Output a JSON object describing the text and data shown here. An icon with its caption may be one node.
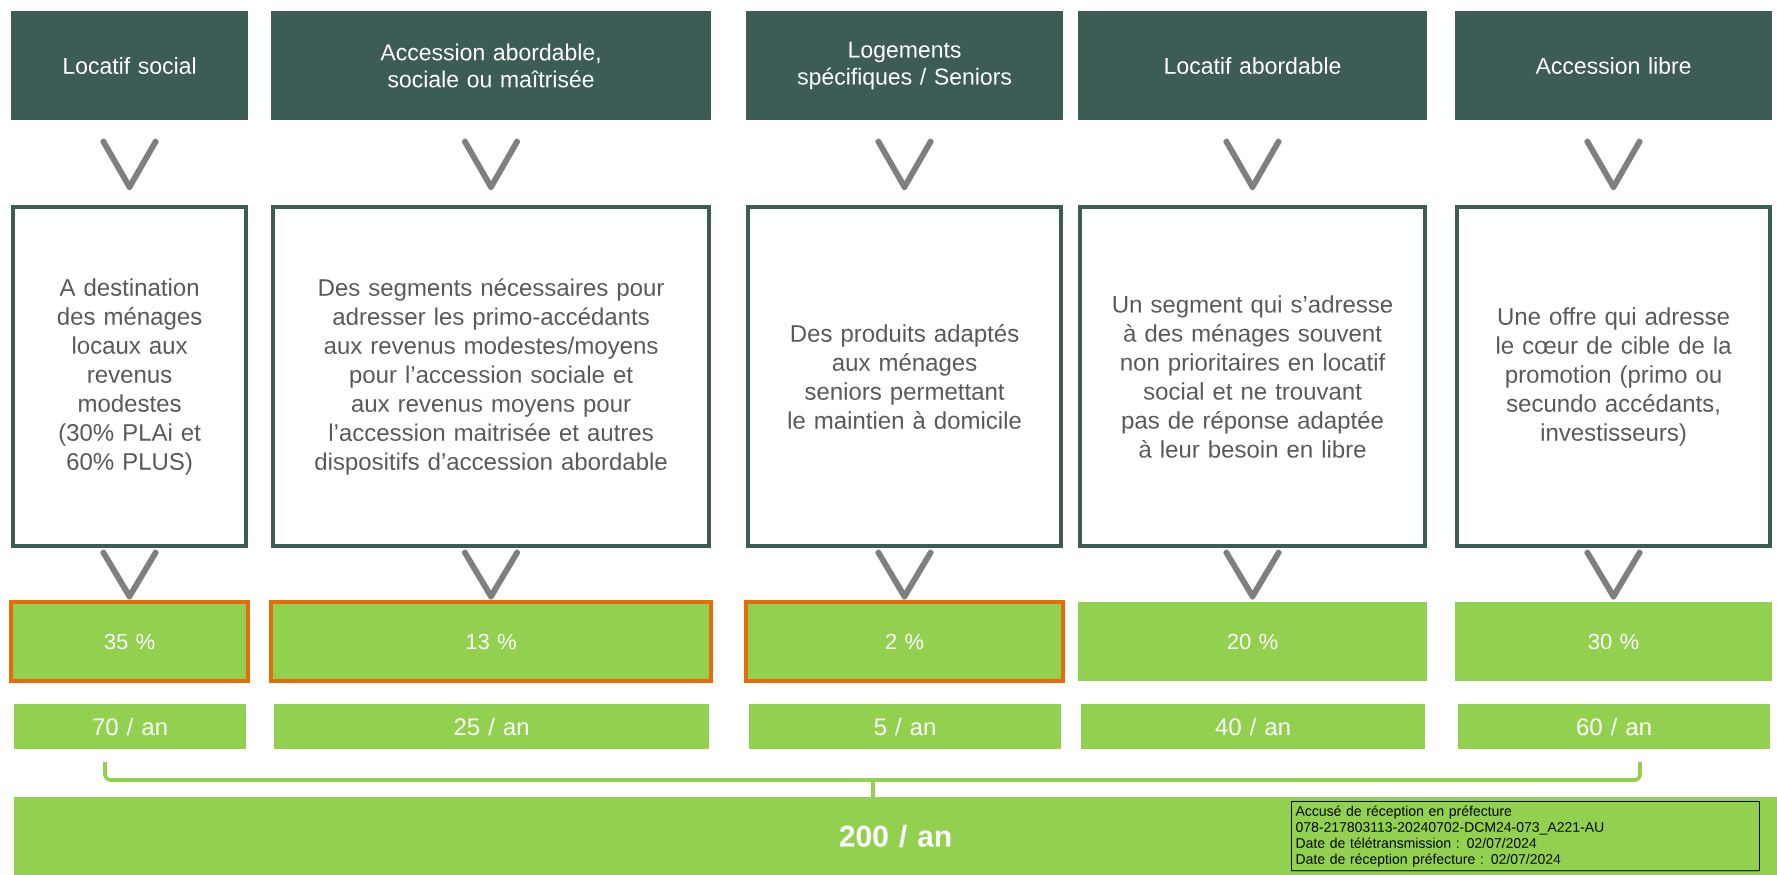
{
  "diagram": {
    "nodes": [
      {
        "text": [
          "Locatif social"
        ]
      },
      {
        "text": [
          "Accession abordable, sociale ou maîtrisée"
        ]
      },
      {
        "text": [
          "Logements spécifiques / Seniors"
        ]
      },
      {
        "text": [
          "Locatif abordable"
        ]
      },
      {
        "text": [
          "Accession libre"
        ]
      },
      {
        "text": [
          "A destination des ménages locaux aux revenus modestes (30% PLAi et 60% PLUS)"
        ]
      },
      {
        "text": [
          "Des segments nécessaires pour adresser les primo-accédants aux revenus modestes/moyens pour l’accession sociale et aux revenus moyens pour l’accession maitrisée et autres dispositifs d’accession abordable"
        ]
      },
      {
        "text": [
          "Des produits adaptés aux ménages seniors permettant le maintien à domicile"
        ]
      },
      {
        "text": [
          "Un segment qui s’adresse à des ménages souvent non prioritaires en locatif social et ne trouvant pas de réponse adaptée à leur besoin en libre"
        ]
      },
      {
        "text": [
          "Une offre qui adresse le cœur de cible de la promotion (primo ou secundo accédants, investisseurs)"
        ]
      },
      {
        "text": [
          "35 %"
        ]
      },
      {
        "text": [
          "13 %"
        ]
      },
      {
        "text": [
          "2 %"
        ]
      },
      {
        "text": [
          "20 %"
        ]
      },
      {
        "text": [
          "30 %"
        ]
      },
      {
        "text": [
          "70 / an"
        ]
      },
      {
        "text": [
          "25 / an"
        ]
      },
      {
        "text": [
          "5 / an"
        ]
      },
      {
        "text": [
          "40 / an"
        ]
      },
      {
        "text": [
          "60 / an"
        ]
      },
      {
        "text": [
          "200 / an"
        ]
      },
      {
        "text": [
          "Accusé de réception en préfecture",
          "078-217803113-20240702-DCM24-073_A221-AU",
          "Date de télétransmission : 02/07/2024",
          "Date de réception préfecture : 02/07/2024"
        ],
        "in": 20
      }
    ],
    "edges": [
      {
        "from": 0,
        "to": 5,
        "arrow": "to"
      },
      {
        "from": 1,
        "to": 6,
        "arrow": "to"
      },
      {
        "from": 2,
        "to": 7,
        "arrow": "to"
      },
      {
        "from": 3,
        "to": 8,
        "arrow": "to"
      },
      {
        "from": 4,
        "to": 9,
        "arrow": "to"
      },
      {
        "from": 5,
        "to": 10,
        "arrow": "to"
      },
      {
        "from": 6,
        "to": 11,
        "arrow": "to"
      },
      {
        "from": 7,
        "to": 12,
        "arrow": "to"
      },
      {
        "from": 8,
        "to": 13,
        "arrow": "to"
      },
      {
        "from": 9,
        "to": 14,
        "arrow": "to"
      }
    ]
  }
}
